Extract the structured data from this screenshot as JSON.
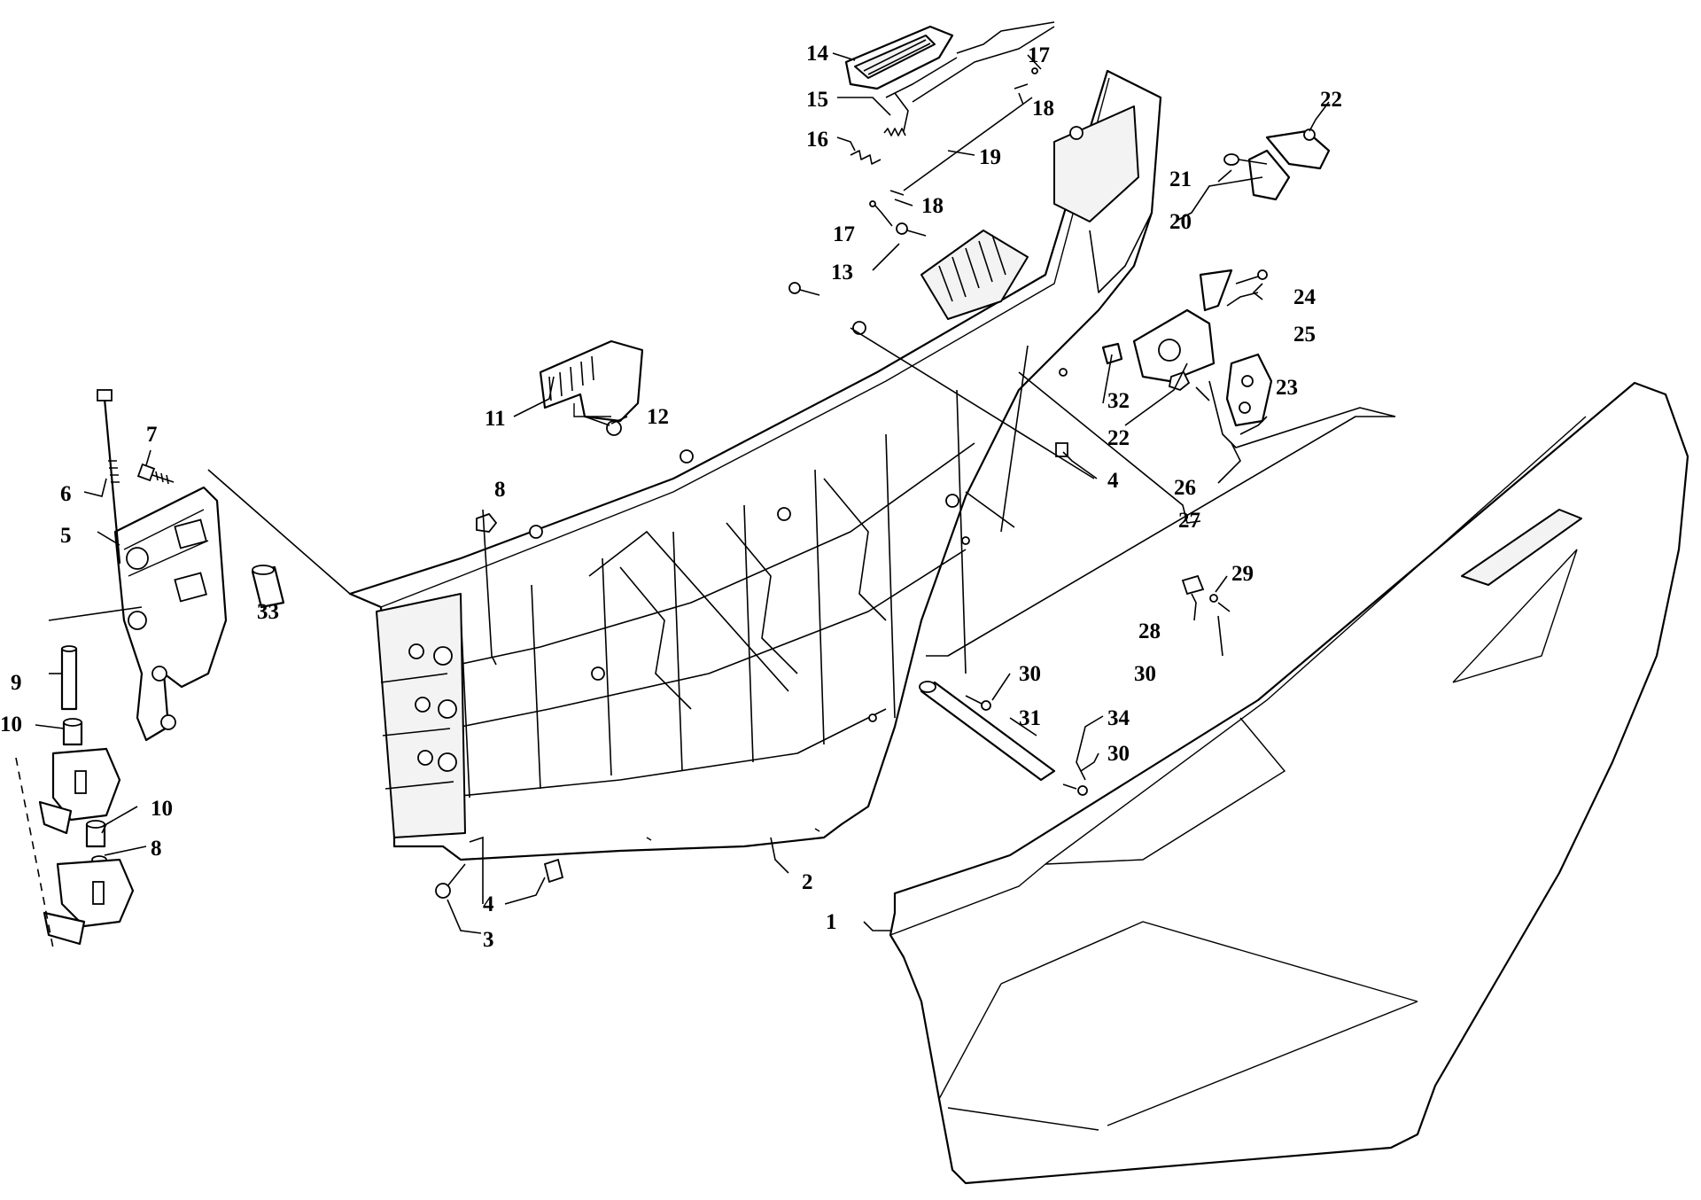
{
  "callouts": [
    {
      "id": "1",
      "label": "1"
    },
    {
      "id": "2",
      "label": "2"
    },
    {
      "id": "3",
      "label": "3"
    },
    {
      "id": "4a",
      "label": "4"
    },
    {
      "id": "4b",
      "label": "4"
    },
    {
      "id": "5",
      "label": "5"
    },
    {
      "id": "6",
      "label": "6"
    },
    {
      "id": "7",
      "label": "7"
    },
    {
      "id": "8a",
      "label": "8"
    },
    {
      "id": "8b",
      "label": "8"
    },
    {
      "id": "9",
      "label": "9"
    },
    {
      "id": "10a",
      "label": "10"
    },
    {
      "id": "10b",
      "label": "10"
    },
    {
      "id": "11",
      "label": "11"
    },
    {
      "id": "12",
      "label": "12"
    },
    {
      "id": "13",
      "label": "13"
    },
    {
      "id": "14",
      "label": "14"
    },
    {
      "id": "15",
      "label": "15"
    },
    {
      "id": "16",
      "label": "16"
    },
    {
      "id": "17a",
      "label": "17"
    },
    {
      "id": "17b",
      "label": "17"
    },
    {
      "id": "18a",
      "label": "18"
    },
    {
      "id": "18b",
      "label": "18"
    },
    {
      "id": "19",
      "label": "19"
    },
    {
      "id": "20",
      "label": "20"
    },
    {
      "id": "21",
      "label": "21"
    },
    {
      "id": "22a",
      "label": "22"
    },
    {
      "id": "22b",
      "label": "22"
    },
    {
      "id": "23",
      "label": "23"
    },
    {
      "id": "24",
      "label": "24"
    },
    {
      "id": "25",
      "label": "25"
    },
    {
      "id": "26",
      "label": "26"
    },
    {
      "id": "27",
      "label": "27"
    },
    {
      "id": "28",
      "label": "28"
    },
    {
      "id": "29",
      "label": "29"
    },
    {
      "id": "30a",
      "label": "30"
    },
    {
      "id": "30b",
      "label": "30"
    },
    {
      "id": "30c",
      "label": "30"
    },
    {
      "id": "31",
      "label": "31"
    },
    {
      "id": "32",
      "label": "32"
    },
    {
      "id": "33",
      "label": "33"
    },
    {
      "id": "34",
      "label": "34"
    }
  ]
}
